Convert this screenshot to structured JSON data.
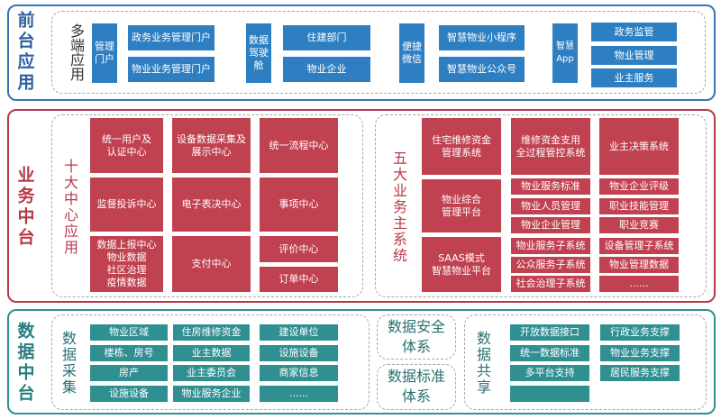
{
  "layers": {
    "front": "前台应用",
    "biz": "业务中台",
    "data": "数据中台"
  },
  "front": {
    "title": "多端应用",
    "groups": [
      {
        "label": "管理门户",
        "items": [
          "政务业务管理门户",
          "物业业务管理门户"
        ]
      },
      {
        "label": "数据驾驶舱",
        "items": [
          "住建部门",
          "物业企业"
        ]
      },
      {
        "label": "便捷微信",
        "items": [
          "智慧物业小程序",
          "智慧物业公众号"
        ]
      },
      {
        "label": "智慧App",
        "items": [
          "政务监管",
          "物业管理",
          "业主服务"
        ]
      }
    ]
  },
  "biz": {
    "centers_title": "十大中心应用",
    "centers": [
      "统一用户及\n认证中心",
      "设备数据采集及\n展示中心",
      "统一流程中心",
      "监督投诉中心",
      "电子表决中心",
      "事项中心",
      "数据上报中心\n物业数据\n社区治理\n疫情数据",
      "支付中心",
      "评价中心",
      "订单中心"
    ],
    "systems_title": "五大业务主系统",
    "systems": {
      "main": [
        "住宅维修资金\n管理系统",
        "物业综合\n管理平台",
        "SAAS模式\n智慧物业平台"
      ],
      "col2": [
        "维修资金支用\n全过程管控系统",
        "物业服务标准",
        "物业人员管理",
        "物业企业管理",
        "物业服务子系统",
        "公众服务子系统",
        "社会治理子系统"
      ],
      "col3": [
        "业主决策系统",
        "物业企业评级",
        "职业技能管理",
        "职业竞赛",
        "设备管理子系统",
        "物业管理数据",
        "......"
      ]
    }
  },
  "data": {
    "collect_title": "数据采集",
    "collect": [
      [
        "物业区域",
        "住房维修资金",
        "建设单位"
      ],
      [
        "楼栋、房号",
        "业主数据",
        "设施设备"
      ],
      [
        "房产",
        "业主委员会",
        "商家信息"
      ],
      [
        "设施设备",
        "物业服务企业",
        "......"
      ]
    ],
    "security": "数据安全\n体系",
    "standard": "数据标准\n体系",
    "share_title": "数据共享",
    "share_left": [
      "开放数据接口",
      "统一数据标准",
      "多平台支持",
      ""
    ],
    "share_right": [
      "行政业务支撑",
      "物业业务支撑",
      "居民服务支撑"
    ]
  }
}
